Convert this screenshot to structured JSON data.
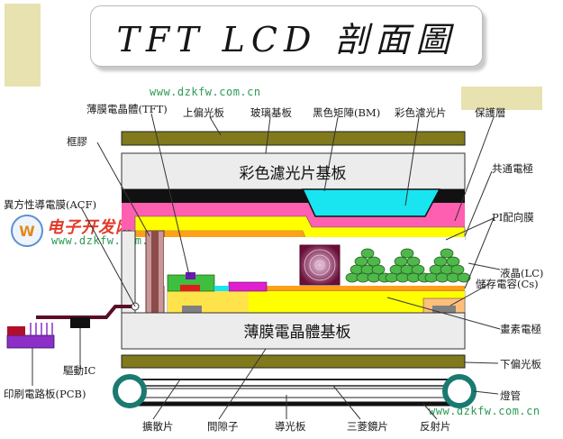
{
  "title": "TFT LCD 剖面圖",
  "watermarks": {
    "top": "www.dzkfw.com.cn",
    "middle": "www.dzkfw.com.cn",
    "bottom": "www.dzkfw.com.cn"
  },
  "logo": {
    "mark": "W",
    "text": "电子开发网"
  },
  "layer_labels": {
    "color_filter_substrate": "彩色濾光片基板",
    "tft_substrate": "薄膜電晶體基板"
  },
  "callouts": {
    "tft": "薄膜電晶體(TFT)",
    "upper_polarizer": "上偏光板",
    "glass_substrate": "玻璃基板",
    "black_matrix": "黑色矩陣(BM)",
    "color_filter": "彩色濾光片",
    "protective_layer": "保護層",
    "frame_glue": "框膠",
    "common_electrode": "共通電極",
    "acf": "異方性導電膜(ACF)",
    "pi_alignment": "PI配向膜",
    "liquid_crystal": "液晶(LC)",
    "storage_capacitor": "儲存電容(Cs)",
    "pixel_electrode": "畫素電極",
    "driver_ic": "驅動IC",
    "pcb": "印刷電路板(PCB)",
    "lower_polarizer": "下偏光板",
    "lamp": "燈管",
    "diffuser": "擴散片",
    "spacer": "間隙子",
    "light_guide": "導光板",
    "prism_sheet": "三菱鏡片",
    "reflector": "反射片"
  },
  "colors": {
    "polarizer": "#807a1c",
    "substrate": "#ececec",
    "black_matrix": "#111111",
    "color_filter": "#ff5fb0",
    "protective": "#ffff00",
    "pi_film": "#ff9f1a",
    "cf_cyan": "#19e5f0",
    "storage": "#ffbf7a",
    "lc_green": "#4fb84a",
    "pcb_purple": "#8b2fc6",
    "frame_glue": "#c89898",
    "lamp": "#1a7a72",
    "spacer_maroon": "#5a0c2a"
  }
}
